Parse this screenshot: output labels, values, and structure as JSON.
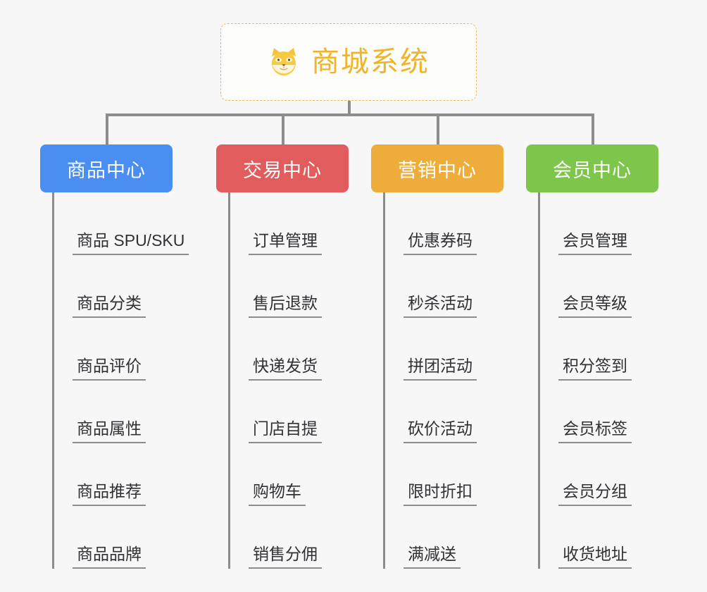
{
  "canvas": {
    "background": "#f7f7f7",
    "connector_color": "#8d8d8d"
  },
  "root": {
    "title": "商城系统",
    "icon": "shiba-dog-emoji",
    "border_color": "#e8b96a",
    "text_color": "#f0b429"
  },
  "columns": [
    {
      "header": "商品中心",
      "color": "#4a8ef1",
      "items": [
        "商品 SPU/SKU",
        "商品分类",
        "商品评价",
        "商品属性",
        "商品推荐",
        "商品品牌"
      ]
    },
    {
      "header": "交易中心",
      "color": "#e15c5c",
      "items": [
        "订单管理",
        "售后退款",
        "快递发货",
        "门店自提",
        "购物车",
        "销售分佣"
      ]
    },
    {
      "header": "营销中心",
      "color": "#eeac3b",
      "items": [
        "优惠券码",
        "秒杀活动",
        "拼团活动",
        "砍价活动",
        "限时折扣",
        "满减送"
      ]
    },
    {
      "header": "会员中心",
      "color": "#7ec54b",
      "items": [
        "会员管理",
        "会员等级",
        "积分签到",
        "会员标签",
        "会员分组",
        "收货地址"
      ]
    }
  ]
}
